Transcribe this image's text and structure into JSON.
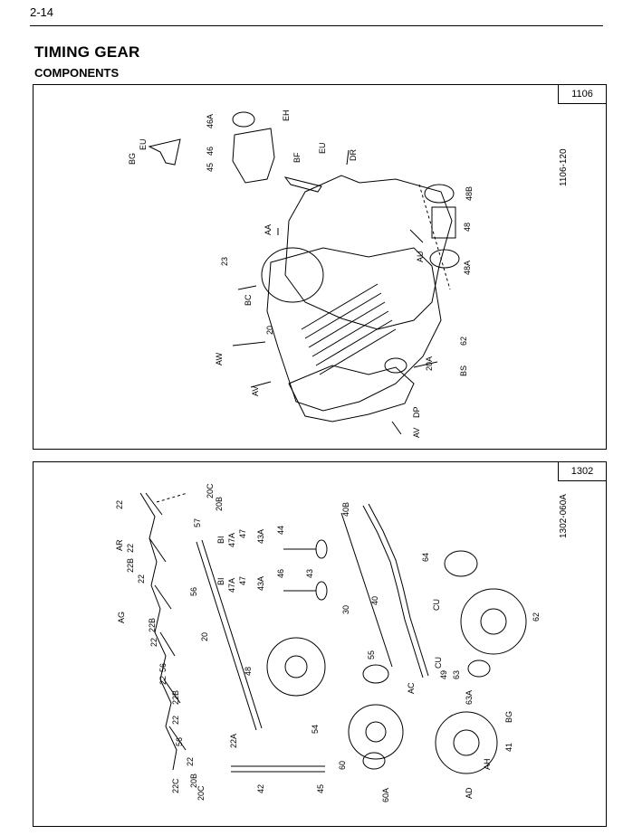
{
  "header": {
    "page_number": "2-14",
    "title": "TIMING GEAR",
    "subtitle": "COMPONENTS"
  },
  "figures": [
    {
      "ref": "1106",
      "code": "1106-120",
      "labels": [
        "EU",
        "BG",
        "46A",
        "46",
        "45",
        "EH",
        "BF",
        "EU",
        "DR",
        "48B",
        "AA",
        "23",
        "48",
        "AU",
        "48A",
        "BC",
        "20",
        "62",
        "AW",
        "20A",
        "BS",
        "AV",
        "DP",
        "AV"
      ]
    },
    {
      "ref": "1302",
      "code": "1302-060A",
      "labels": [
        "22",
        "20C",
        "20B",
        "57",
        "AR",
        "22",
        "22B",
        "BI",
        "47A",
        "47",
        "43A",
        "44",
        "40B",
        "22",
        "56",
        "BI",
        "47A",
        "47",
        "43A",
        "46",
        "43",
        "64",
        "AG",
        "22B",
        "30",
        "40",
        "CU",
        "22",
        "20",
        "62",
        "56",
        "55",
        "CU",
        "22",
        "48",
        "63",
        "22B",
        "AC",
        "49",
        "22",
        "63A",
        "BG",
        "56",
        "54",
        "22A",
        "22",
        "60",
        "AH",
        "41",
        "22C",
        "20B",
        "20C",
        "42",
        "45",
        "60A",
        "AD"
      ]
    }
  ]
}
